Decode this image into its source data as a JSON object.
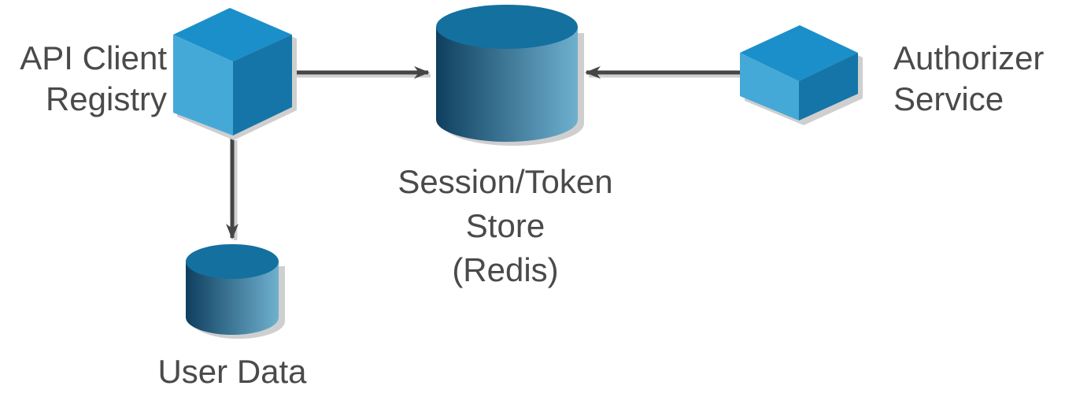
{
  "nodes": {
    "api_client_registry": {
      "kind": "cube-icon",
      "label_lines": [
        "API Client",
        "Registry"
      ]
    },
    "session_token_store": {
      "kind": "database-icon",
      "label_lines": [
        "Session/Token",
        "Store",
        "(Redis)"
      ]
    },
    "authorizer_service": {
      "kind": "cube-icon",
      "label_lines": [
        "Authorizer",
        "Service"
      ]
    },
    "user_data": {
      "kind": "database-icon",
      "label_lines": [
        "User Data"
      ]
    }
  },
  "edges": [
    {
      "from": "api_client_registry",
      "to": "session_token_store"
    },
    {
      "from": "authorizer_service",
      "to": "session_token_store"
    },
    {
      "from": "api_client_registry",
      "to": "user_data"
    }
  ],
  "colors": {
    "cube_top": "#1b8fc9",
    "cube_left": "#45a9d8",
    "cube_right": "#1575a8",
    "db_top": "#13709f",
    "db_body_dark": "#0f3f5e",
    "db_body_light": "#6fb0cf",
    "shadow": "#cfcfcf",
    "arrow": "#454545",
    "label_text": "#4a4a4a"
  }
}
